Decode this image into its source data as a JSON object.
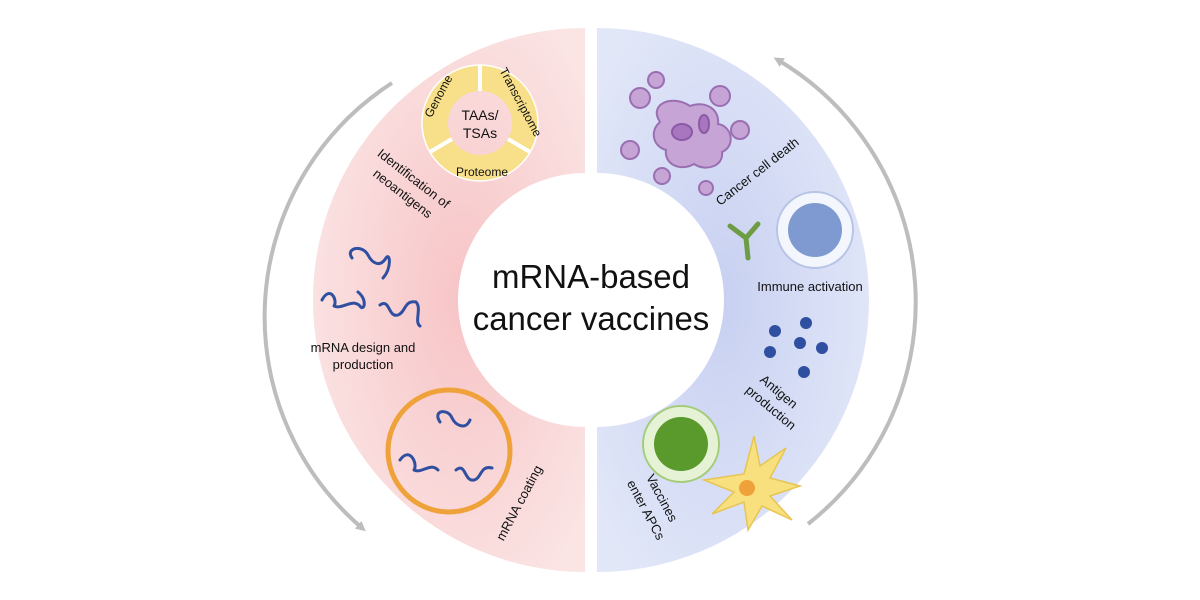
{
  "center_title": {
    "line1": "mRNA-based",
    "line2": "cancer vaccines"
  },
  "top_left": {
    "center_line1": "TAAs/",
    "center_line2": "TSAs",
    "genome": "Genome",
    "transcriptome": "Transcriptome",
    "proteome": "Proteome"
  },
  "left_steps": {
    "identification_line1": "Identification of",
    "identification_line2": "neoantigens",
    "design_line1": "mRNA design and",
    "design_line2": "production",
    "coating": "mRNA coating"
  },
  "right_steps": {
    "enter_line1": "Vaccines",
    "enter_line2": "enter APCs",
    "antigen_line1": "Antigen",
    "antigen_line2": "production",
    "immune": "Immune activation",
    "death": "Cancer cell death"
  },
  "colors": {
    "left_half": "#f6d3d4",
    "right_half": "#d4dbf3",
    "omics_ring": "#f8e08a",
    "mrna_strand": "#2f4fa0",
    "coating_ring": "#efa23a",
    "cancer_cell": "#c6a4d6",
    "t_cell": "#7f9ad0",
    "antibody": "#6e9c45",
    "apc_cell": "#5a9a2c",
    "dendritic_cell": "#f7e07d",
    "arrow": "#bdbdbd"
  }
}
